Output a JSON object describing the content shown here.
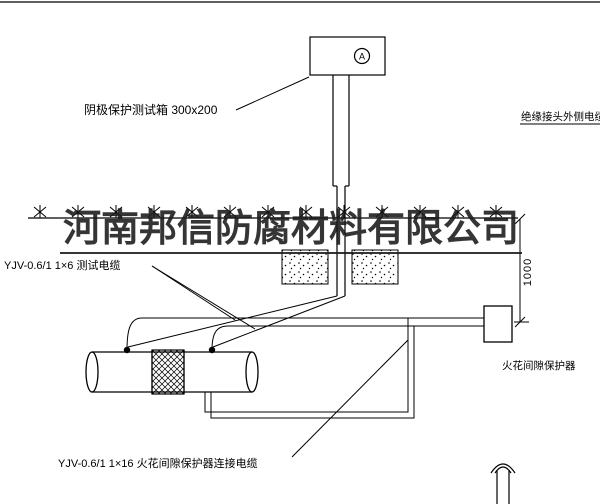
{
  "watermark": {
    "company": "河南邦信防腐材料有限公司"
  },
  "labels": {
    "test_box": "阴极保护测试箱 300x200",
    "insulated_joint_cable": "绝缘接头外侧电缆",
    "test_cable": "YJV-0.6/1 1×6  测试电缆",
    "spark_gap_protector": "火花间隙保护器",
    "connection_cable": "YJV-0.6/1 1×16  火花间隙保护器连接电缆",
    "dimension_depth": "1000",
    "ammeter": "A"
  },
  "colors": {
    "line": "#000000",
    "background": "#ffffff",
    "watermark": "#1a1a1a"
  }
}
